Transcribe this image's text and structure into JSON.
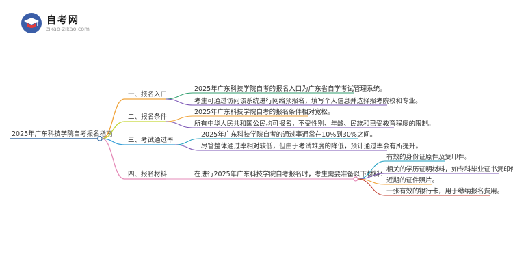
{
  "logo": {
    "name": "自考网",
    "url": "zikao-zikao.com"
  },
  "colors": {
    "root": "#3a6ea5",
    "b1": "#f0a33a",
    "b2": "#c5d637",
    "b3": "#3aa0d8",
    "b4": "#e58bb8",
    "g": "#2f9e6d",
    "p": "#7b55b5",
    "t": "#1e9fc0",
    "r": "#c0392b"
  },
  "root": {
    "label": "2025年广东科技学院自考报名指南"
  },
  "branches": [
    {
      "label": "一、报名入口",
      "leaves": [
        "2025年广东科技学院自考的报名入口为广东省自学考试管理系统。",
        "考生可通过访问该系统进行网络预报名，填写个人信息并选择报考院校和专业。"
      ]
    },
    {
      "label": "二、报名条件",
      "leaves": [
        "2025年广东科技学院自考的报名条件相对宽松。",
        "所有中华人民共和国公民均可报名，不受性别、年龄、民族和已受教育程度的限制。"
      ]
    },
    {
      "label": "三、考试通过率",
      "leaves": [
        "2025年广东科技学院自考的通过率通常在10%到30%之间。",
        "尽管整体通过率相对较低，但由于考试难度的降低，预计通过率会有所提升。"
      ]
    },
    {
      "label": "四、报名材料",
      "intro": "在进行2025年广东科技学院自考报名时，考生需要准备以下材料：",
      "leaves": [
        "有效的身份证原件及复印件。",
        "相关的学历证明材料，如专科毕业证书复印件。",
        "近期的证件照片。",
        "一张有效的银行卡，用于缴纳报名费用。"
      ]
    }
  ]
}
